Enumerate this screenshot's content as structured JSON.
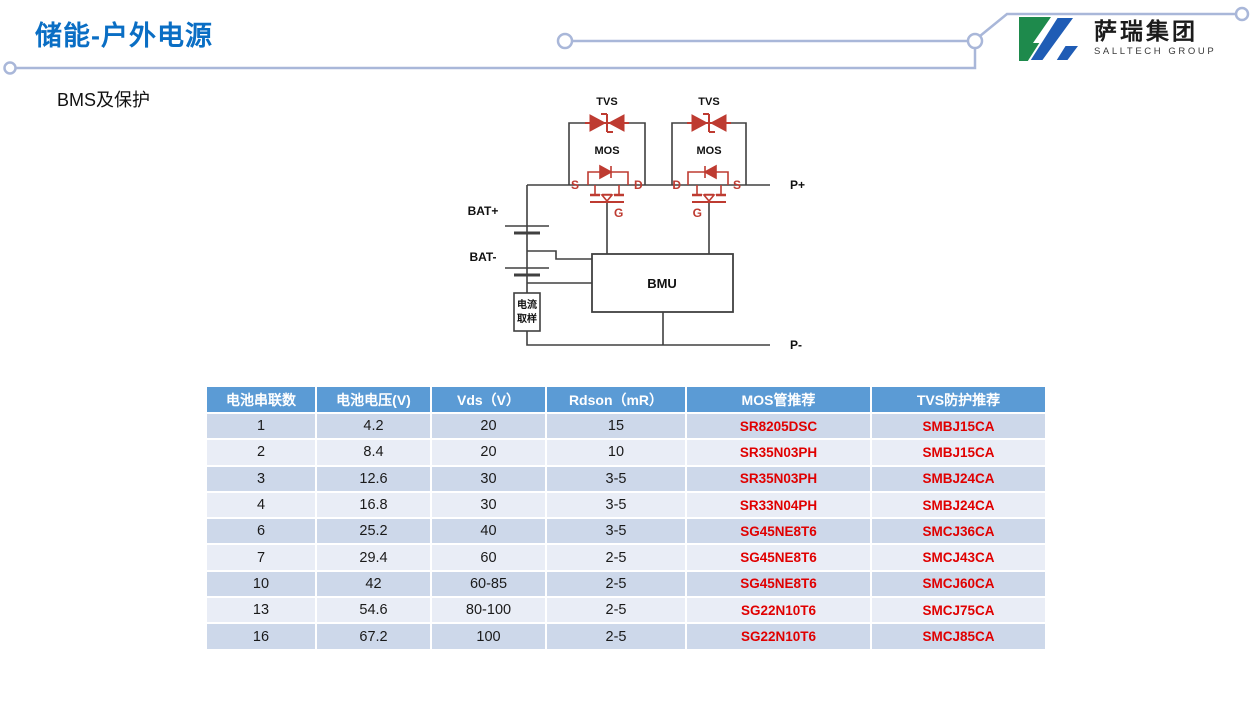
{
  "page": {
    "title": "储能-户外电源",
    "subtitle": "BMS及保护"
  },
  "logo": {
    "name_cn": "萨瑞集团",
    "name_en": "SALLTECH GROUP"
  },
  "circuit": {
    "tvs_left": "TVS",
    "tvs_right": "TVS",
    "mos_left": "MOS",
    "mos_right": "MOS",
    "mos_left_s": "S",
    "mos_left_d": "D",
    "mos_left_g": "G",
    "mos_right_d": "D",
    "mos_right_s": "S",
    "mos_right_g": "G",
    "bat_plus": "BAT+",
    "bat_minus": "BAT-",
    "bmu": "BMU",
    "current_sense_l1": "电流",
    "current_sense_l2": "取样",
    "p_plus": "P+",
    "p_minus": "P-"
  },
  "table": {
    "headers": [
      "电池串联数",
      "电池电压(V)",
      "Vds（V）",
      "Rdson（mR）",
      "MOS管推荐",
      "TVS防护推荐"
    ],
    "rows": [
      [
        "1",
        "4.2",
        "20",
        "15",
        "SR8205DSC",
        "SMBJ15CA"
      ],
      [
        "2",
        "8.4",
        "20",
        "10",
        "SR35N03PH",
        "SMBJ15CA"
      ],
      [
        "3",
        "12.6",
        "30",
        "3-5",
        "SR35N03PH",
        "SMBJ24CA"
      ],
      [
        "4",
        "16.8",
        "30",
        "3-5",
        "SR33N04PH",
        "SMBJ24CA"
      ],
      [
        "6",
        "25.2",
        "40",
        "3-5",
        "SG45NE8T6",
        "SMCJ36CA"
      ],
      [
        "7",
        "29.4",
        "60",
        "2-5",
        "SG45NE8T6",
        "SMCJ43CA"
      ],
      [
        "10",
        "42",
        "60-85",
        "2-5",
        "SG45NE8T6",
        "SMCJ60CA"
      ],
      [
        "13",
        "54.6",
        "80-100",
        "2-5",
        "SG22N10T6",
        "SMCJ75CA"
      ],
      [
        "16",
        "67.2",
        "100",
        "2-5",
        "SG22N10T6",
        "SMCJ85CA"
      ]
    ]
  },
  "colors": {
    "title_blue": "#0a6ec4",
    "header_blue": "#5b9bd5",
    "row_dark": "#cdd8ea",
    "row_light": "#e9edf6",
    "part_red": "#e00000",
    "circuit_red": "#be3b31",
    "wire_black": "#404040",
    "decor_line": "#a9b7d9",
    "logo_green": "#1e8a4c",
    "logo_blue": "#1f5cb5"
  }
}
